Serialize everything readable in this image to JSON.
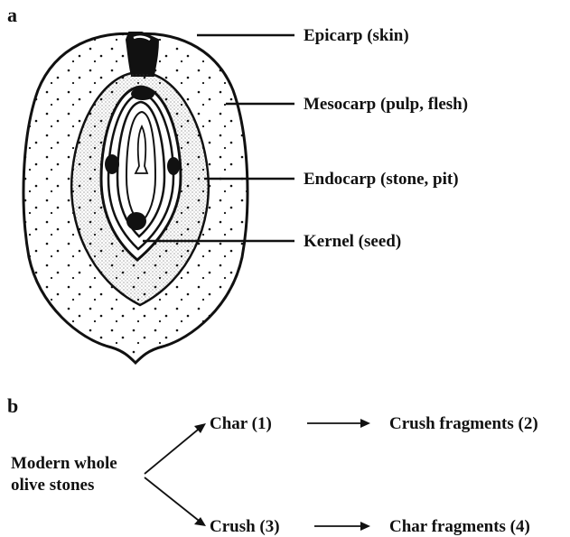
{
  "panel_a": {
    "letter": "a",
    "labels": {
      "epicarp": "Epicarp (skin)",
      "mesocarp": "Mesocarp (pulp, flesh)",
      "endocarp": "Endocarp (stone, pit)",
      "kernel": "Kernel (seed)"
    }
  },
  "panel_b": {
    "letter": "b",
    "start": {
      "line1": "Modern whole",
      "line2": "olive stones"
    },
    "steps": {
      "char": "Char (1)",
      "crush_fragments": "Crush fragments (2)",
      "crush": "Crush (3)",
      "char_fragments": "Char fragments (4)"
    }
  },
  "colors": {
    "ink": "#111111",
    "background": "#ffffff"
  }
}
